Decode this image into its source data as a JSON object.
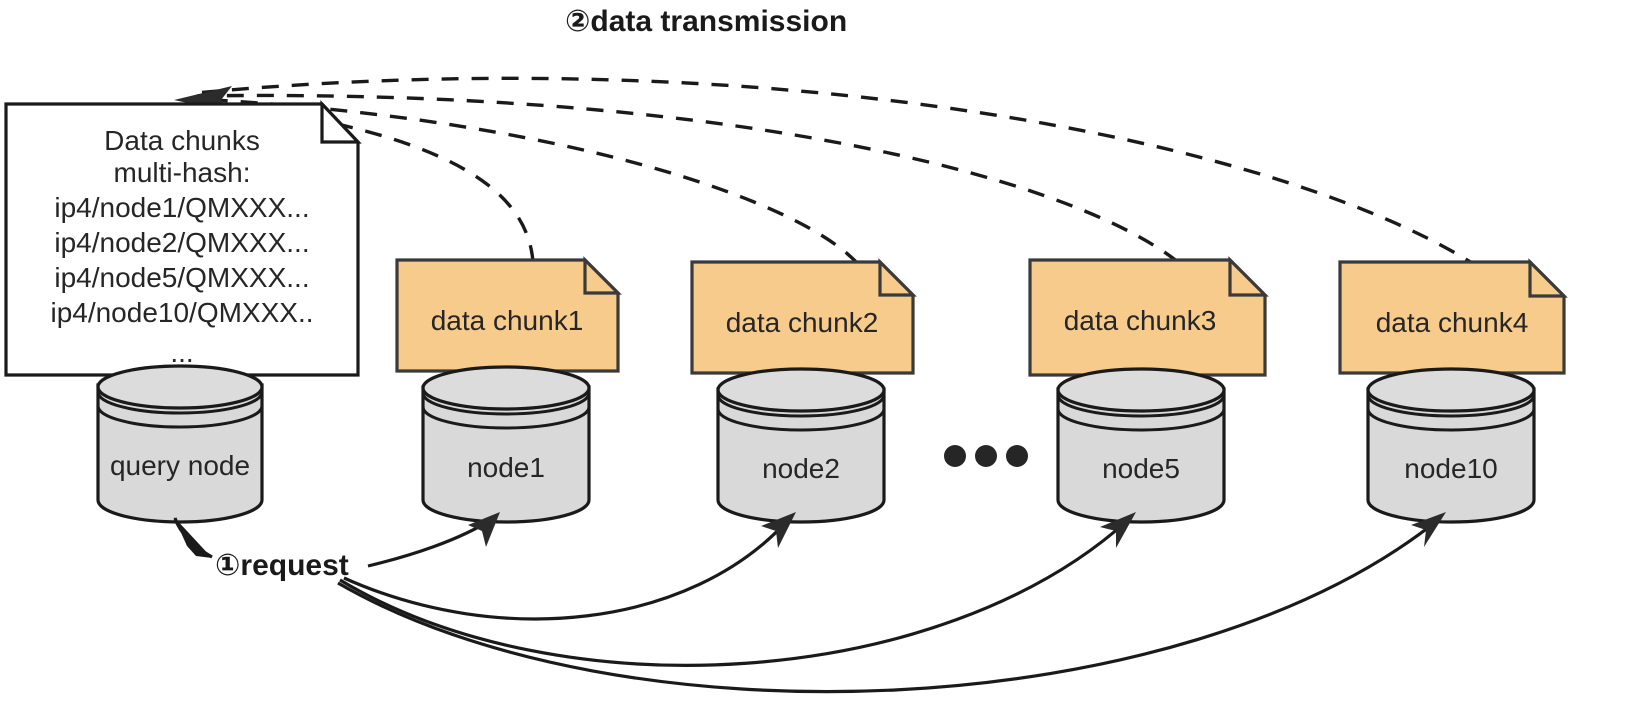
{
  "diagram": {
    "title_step2": "②data transmission",
    "title_step1": "①request",
    "ellipsis_middle": "● ● ●",
    "colors": {
      "chunk_fill": "#F6CB8C",
      "chunk_stroke": "#3a3a3a",
      "node_fill": "#D9D9D9",
      "node_stroke": "#1a1a1a",
      "doc_fill": "#FFFFFF",
      "doc_stroke": "#1a1a1a",
      "line": "#1a1a1a",
      "text": "#262626"
    },
    "document": {
      "name": "data-chunks-multi-hash-document",
      "lines": [
        "Data chunks",
        "multi-hash:",
        "ip4/node1/QMXXX...",
        "ip4/node2/QMXXX...",
        "ip4/node5/QMXXX...",
        "ip4/node10/QMXXX..",
        "..."
      ]
    },
    "query_node": {
      "label": "query node"
    },
    "chunks": [
      {
        "id": "chunk1",
        "label": "data chunk1"
      },
      {
        "id": "chunk2",
        "label": "data chunk2"
      },
      {
        "id": "chunk3",
        "label": "data chunk3"
      },
      {
        "id": "chunk4",
        "label": "data chunk4"
      }
    ],
    "nodes": [
      {
        "id": "node1",
        "label": "node1"
      },
      {
        "id": "node2",
        "label": "node2"
      },
      {
        "id": "node5",
        "label": "node5"
      },
      {
        "id": "node10",
        "label": "node10"
      }
    ],
    "edges": {
      "request_label": "①request",
      "transmission_label": "②data transmission",
      "request_count": 4,
      "transmission_count": 4
    }
  }
}
